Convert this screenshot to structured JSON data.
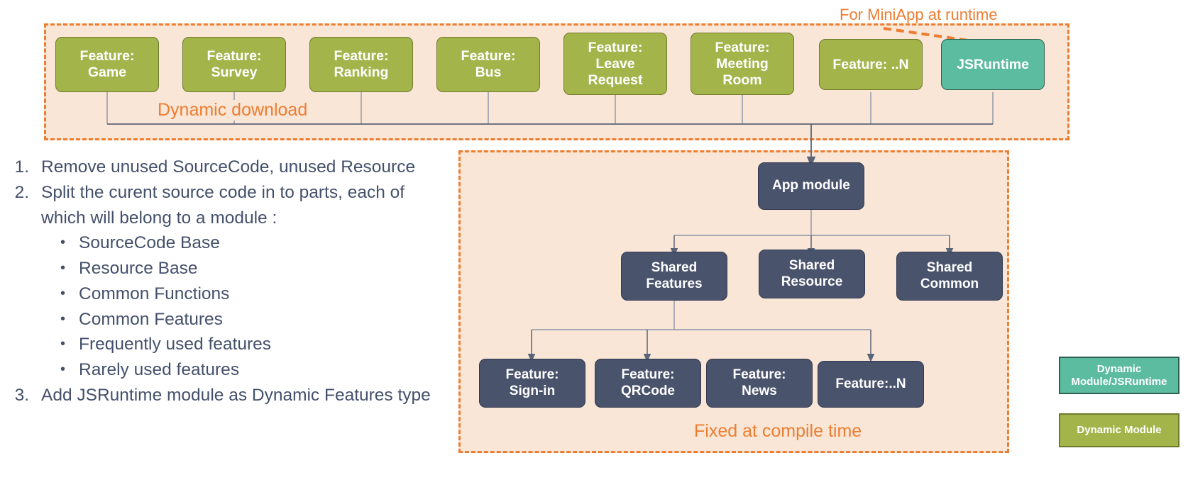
{
  "runtime_panel": {
    "caption": "For MiniApp at runtime",
    "inner_caption": "Dynamic download",
    "nodes": [
      {
        "label": "Feature:\nGame",
        "kind": "green"
      },
      {
        "label": "Feature:\nSurvey",
        "kind": "green"
      },
      {
        "label": "Feature:\nRanking",
        "kind": "green"
      },
      {
        "label": "Feature:\nBus",
        "kind": "green"
      },
      {
        "label": "Feature:\nLeave\nRequest",
        "kind": "green"
      },
      {
        "label": "Feature:\nMeeting\nRoom",
        "kind": "green"
      },
      {
        "label": "Feature: ..N",
        "kind": "green"
      },
      {
        "label": "JSRuntime",
        "kind": "teal"
      }
    ]
  },
  "compile_panel": {
    "caption": "Fixed at compile time",
    "root": {
      "label": "App module"
    },
    "shared": [
      {
        "label": "Shared\nFeatures"
      },
      {
        "label": "Shared\nResource"
      },
      {
        "label": "Shared\nCommon"
      }
    ],
    "features": [
      {
        "label": "Feature:\nSign-in"
      },
      {
        "label": "Feature:\nQRCode"
      },
      {
        "label": "Feature:\nNews"
      },
      {
        "label": "Feature:..N"
      }
    ]
  },
  "notes": {
    "items": [
      {
        "number": "1.",
        "text": "Remove unused SourceCode, unused Resource"
      },
      {
        "number": "2.",
        "text": "Split the curent source code in to parts, each of which will belong to a module :"
      },
      {
        "number": "3.",
        "text": "Add JSRuntime module as Dynamic Features type"
      }
    ],
    "bullet_glyph": "•",
    "sub_items": [
      "SourceCode Base",
      "Resource Base",
      "Common Functions",
      "Common Features",
      "Frequently used features",
      "Rarely used features"
    ]
  },
  "legend": {
    "items": [
      {
        "label": "Dynamic\nModule/JSRuntime",
        "color": "#5CBCA0"
      },
      {
        "label": "Dynamic Module",
        "color": "#A3B44B"
      }
    ]
  },
  "colors": {
    "panel_fill": "#FAE6D6",
    "panel_border": "#ED7D31",
    "accent_orange": "#ED7D31",
    "green_fill": "#A3B44B",
    "green_border": "#6E7A2C",
    "teal_fill": "#5CBCA0",
    "teal_border": "#2F5F50",
    "navy_fill": "#49536C",
    "navy_border": "#333B52",
    "text_navy": "#44506B",
    "wire": "#5A6478"
  }
}
